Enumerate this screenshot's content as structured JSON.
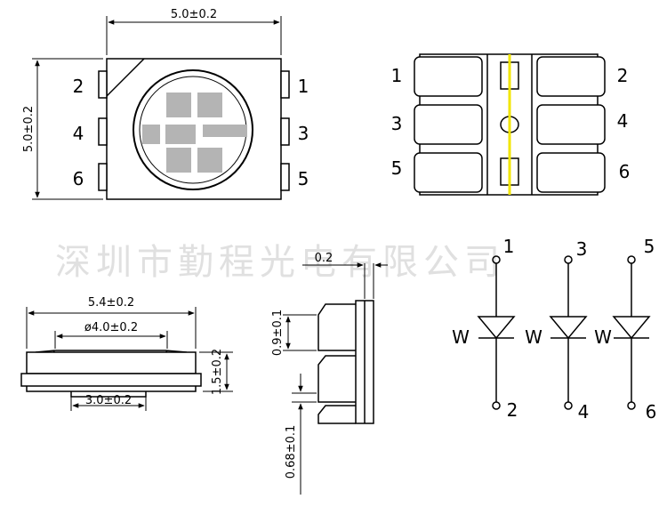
{
  "watermark": "深圳市勤程光电有限公司",
  "top_view": {
    "width_dim": "5.0±0.2",
    "height_dim": "5.0±0.2",
    "left_pins": [
      "2",
      "4",
      "6"
    ],
    "right_pins": [
      "1",
      "3",
      "5"
    ]
  },
  "bottom_view": {
    "left_pins": [
      "1",
      "3",
      "5"
    ],
    "right_pins": [
      "2",
      "4",
      "6"
    ]
  },
  "side_view": {
    "outer_width_dim": "5.4±0.2",
    "lens_dim": "ø4.0±0.2",
    "base_dim": "3.0±0.2",
    "height_dim": "1.5±0.2"
  },
  "end_view": {
    "thickness_dim": "0.2",
    "pad_dim": "0.9±0.1",
    "gap_dim": "0.68±0.1"
  },
  "circuit": {
    "diodes": [
      {
        "label": "W",
        "anode_pin": "1",
        "cathode_pin": "2"
      },
      {
        "label": "W",
        "anode_pin": "3",
        "cathode_pin": "4"
      },
      {
        "label": "W",
        "anode_pin": "5",
        "cathode_pin": "6"
      }
    ]
  },
  "colors": {
    "lines": "#000000",
    "lens_pads": "#b4b4b4",
    "polarity_mark": "#f2e600",
    "watermark": "#e0e0e0"
  }
}
